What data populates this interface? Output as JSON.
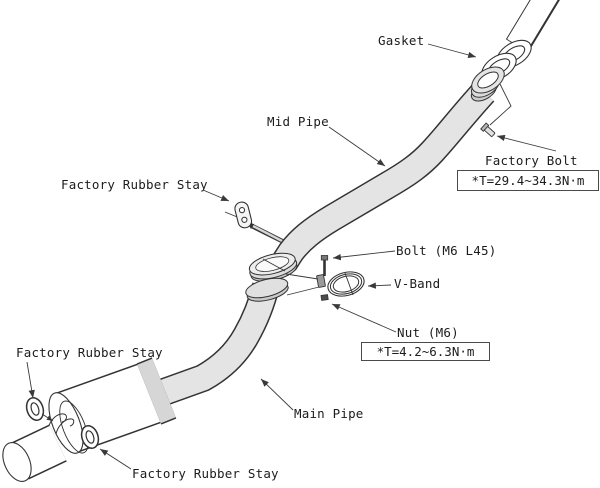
{
  "diagram": {
    "type": "exploded-parts-diagram",
    "subject": "exhaust system (muffler, main pipe, mid pipe) installation",
    "colors": {
      "background": "#ffffff",
      "line": "#333333",
      "pipe_fill": "#e4e4e4",
      "collar_fill": "#d6d6d6"
    },
    "labels": {
      "gasket": "Gasket",
      "mid_pipe": "Mid Pipe",
      "factory_bolt": "Factory Bolt",
      "factory_bolt_torque": "*T=29.4~34.3N·m",
      "factory_rubber_stay_mid": "Factory Rubber Stay",
      "bolt_m6": "Bolt (M6 L45)",
      "v_band": "V-Band",
      "nut_m6": "Nut (M6)",
      "nut_torque": "*T=4.2~6.3N·m",
      "main_pipe": "Main Pipe",
      "factory_rubber_stay_muffler_top": "Factory Rubber Stay",
      "factory_rubber_stay_muffler_bottom": "Factory Rubber Stay"
    }
  }
}
